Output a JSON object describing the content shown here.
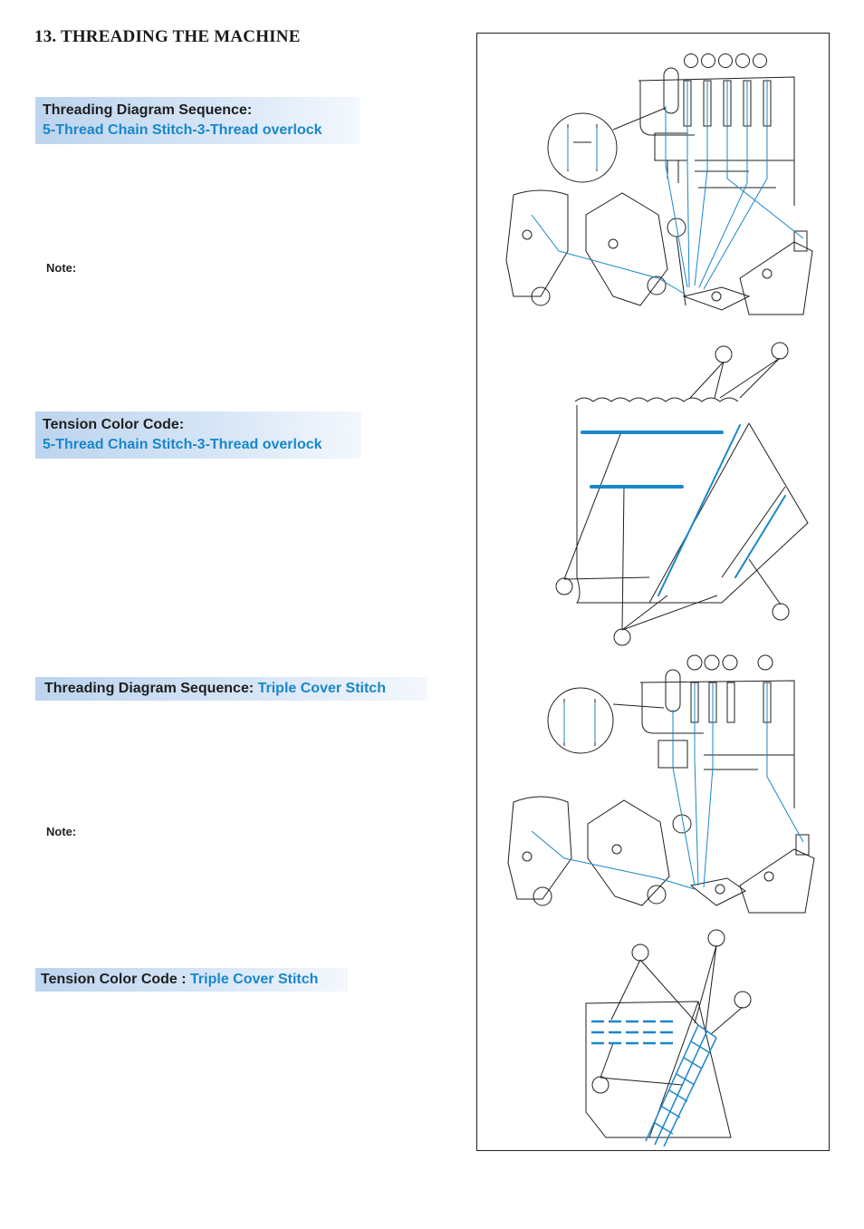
{
  "page": {
    "title": "13. THREADING THE MACHINE"
  },
  "sections": [
    {
      "heading": "Threading Diagram Sequence:",
      "subheading": "5-Thread Chain Stitch-3-Thread overlock"
    },
    {
      "heading": "Tension Color Code:",
      "subheading": "5-Thread Chain Stitch-3-Thread overlock"
    },
    {
      "heading": "Threading Diagram Sequence: ",
      "subheading": "Triple Cover Stitch"
    },
    {
      "heading": "Tension Color Code : ",
      "subheading": "Triple Cover Stitch"
    }
  ],
  "notes": [
    {
      "label": "Note:"
    },
    {
      "label": "Note:"
    }
  ],
  "colors": {
    "thread_blue": "#1a87c9",
    "banner_blue": "#bcd4ee",
    "line_dark": "#1f1f1f"
  }
}
